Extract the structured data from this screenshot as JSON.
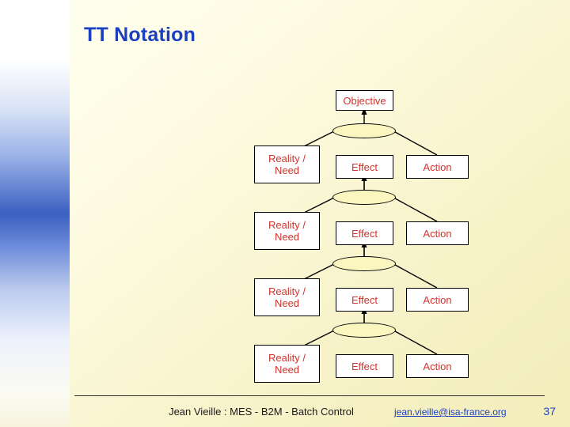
{
  "slide": {
    "title": "TT Notation",
    "colors": {
      "title": "#1b3fbf",
      "node_text": "#d0342c",
      "node_border": "#000000",
      "node_fill": "#ffffff",
      "ellipse_fill": "#fbf6c0",
      "link": "#1b3fbf"
    }
  },
  "diagram": {
    "objective": {
      "label": "Objective"
    },
    "rows": [
      {
        "reality": "Reality /\nNeed",
        "effect": "Effect",
        "action": "Action"
      },
      {
        "reality": "Reality /\nNeed",
        "effect": "Effect",
        "action": "Action"
      },
      {
        "reality": "Reality /\nNeed",
        "effect": "Effect",
        "action": "Action"
      },
      {
        "reality": "Reality /\nNeed",
        "effect": "Effect",
        "action": "Action"
      }
    ]
  },
  "footer": {
    "center": "Jean Vieille : MES - B2M - Batch Control",
    "email": "jean.vieille@isa-france.org",
    "page": "37"
  }
}
